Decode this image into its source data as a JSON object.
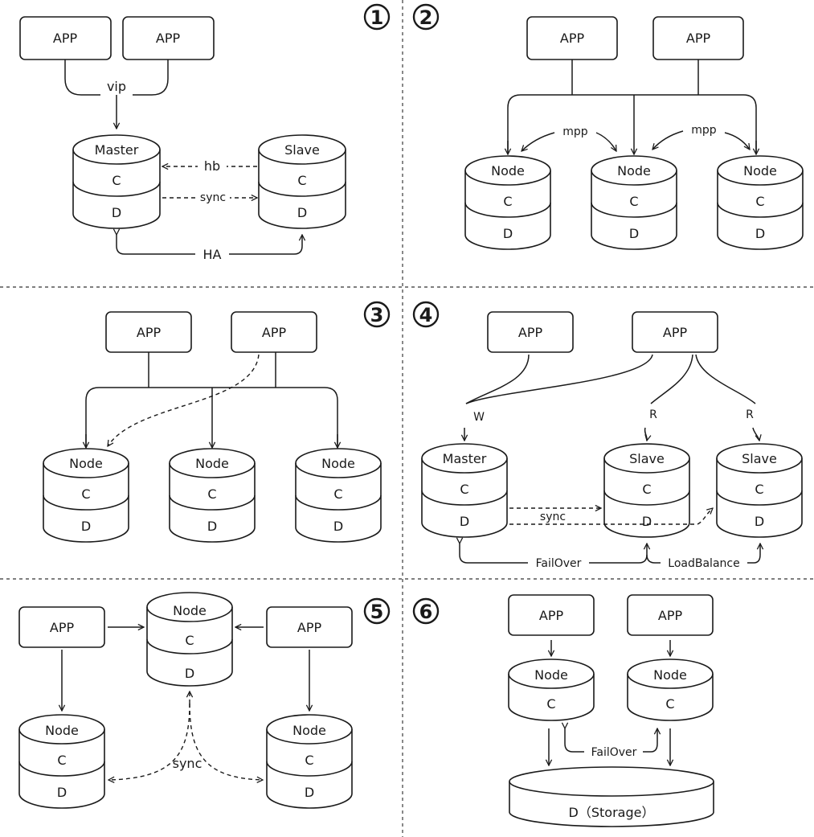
{
  "panels": {
    "p1": {
      "number": "1",
      "app_left": "APP",
      "app_right": "APP",
      "vip": "vip",
      "master": "Master",
      "slave": "Slave",
      "c": "C",
      "d": "D",
      "hb": "hb",
      "sync": "sync",
      "ha": "HA"
    },
    "p2": {
      "number": "2",
      "app_left": "APP",
      "app_right": "APP",
      "mpp": "mpp",
      "node": "Node",
      "c": "C",
      "d": "D"
    },
    "p3": {
      "number": "3",
      "app_left": "APP",
      "app_right": "APP",
      "node": "Node",
      "c": "C",
      "d": "D"
    },
    "p4": {
      "number": "4",
      "app_left": "APP",
      "app_right": "APP",
      "w": "W",
      "r": "R",
      "master": "Master",
      "slave": "Slave",
      "c": "C",
      "d": "D",
      "sync": "sync",
      "failover": "FailOver",
      "loadbalance": "LoadBalance"
    },
    "p5": {
      "number": "5",
      "app_left": "APP",
      "app_right": "APP",
      "node": "Node",
      "c": "C",
      "d": "D",
      "sync": "sync"
    },
    "p6": {
      "number": "6",
      "app_left": "APP",
      "app_right": "APP",
      "node": "Node",
      "c": "C",
      "failover": "FailOver",
      "storage": "D（Storage）"
    }
  }
}
